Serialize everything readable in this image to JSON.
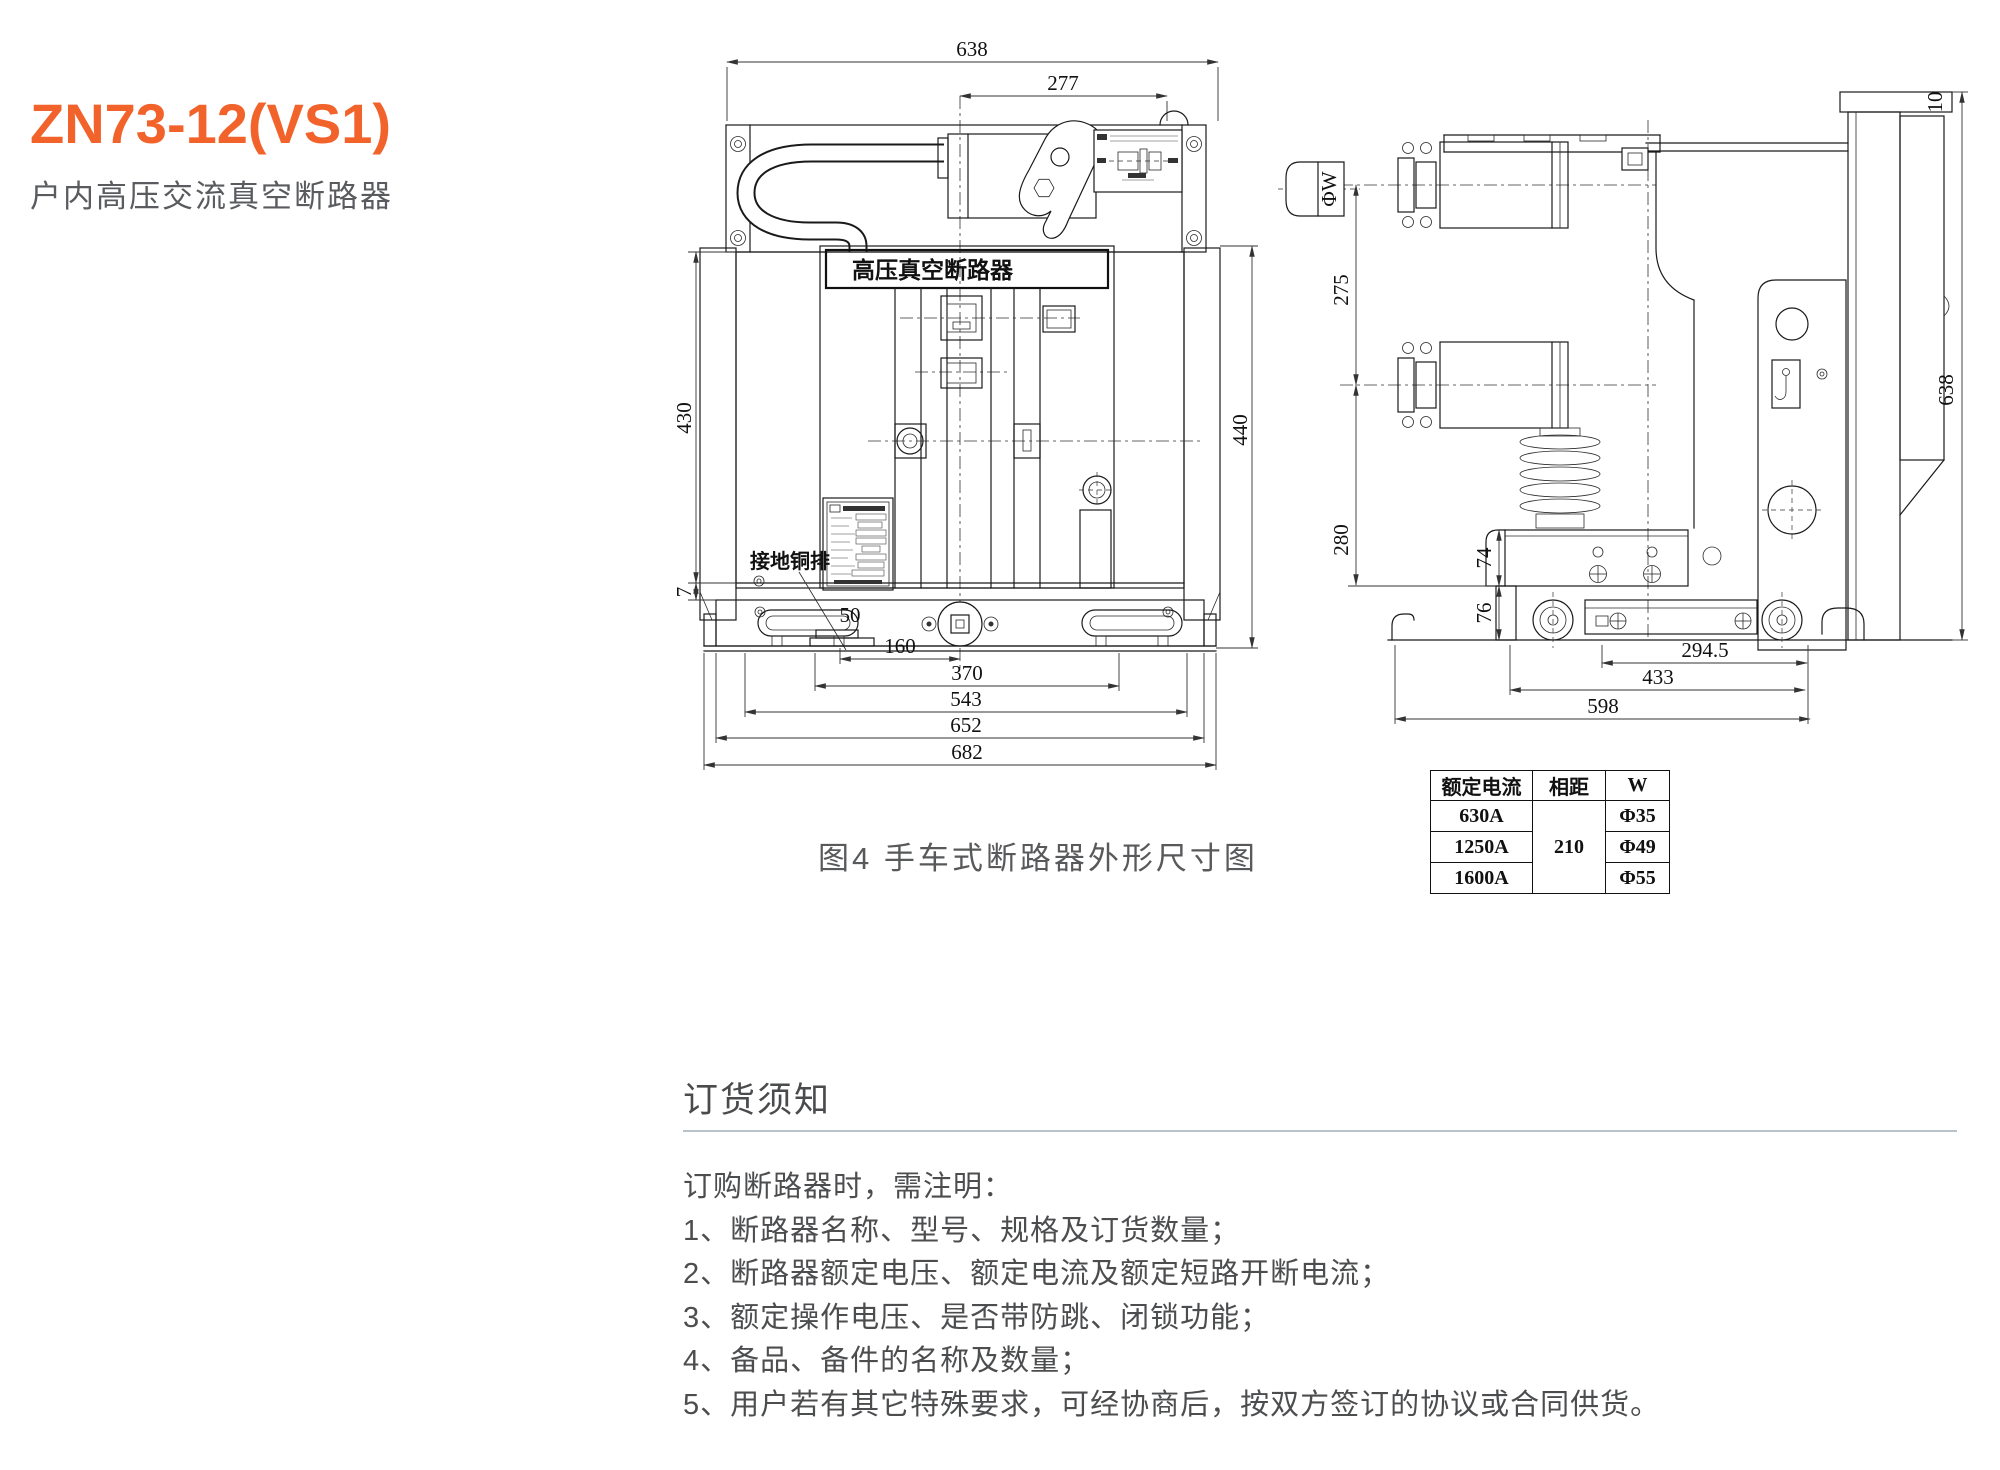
{
  "accent_color": "#F2632B",
  "header": {
    "product_code": "ZN73-12(VS1)",
    "product_name": "户内高压交流真空断路器"
  },
  "figure": {
    "caption": "图4  手车式断路器外形尺寸图",
    "front": {
      "panel_title": "高压真空断路器",
      "ground_label": "接地铜排",
      "dims": {
        "d638": "638",
        "d277": "277",
        "d430": "430",
        "d7": "7",
        "d440": "440",
        "d50": "50",
        "d160": "160",
        "d370": "370",
        "d543": "543",
        "d652": "652",
        "d682": "682"
      }
    },
    "side": {
      "dims": {
        "d10": "10",
        "dW": "ΦW",
        "d275": "275",
        "d280": "280",
        "d74": "74",
        "d76": "76",
        "d638": "638",
        "d294": "294.5",
        "d433": "433",
        "d598": "598"
      }
    }
  },
  "spec_table": {
    "headers": [
      "额定电流",
      "相距",
      "W"
    ],
    "phase_distance": "210",
    "rows": [
      {
        "current": "630A",
        "w": "Φ35"
      },
      {
        "current": "1250A",
        "w": "Φ49"
      },
      {
        "current": "1600A",
        "w": "Φ55"
      }
    ]
  },
  "ordering": {
    "heading": "订货须知",
    "intro": "订购断路器时，需注明：",
    "items": [
      "1、断路器名称、型号、规格及订货数量；",
      "2、断路器额定电压、额定电流及额定短路开断电流；",
      "3、额定操作电压、是否带防跳、闭锁功能；",
      "4、备品、备件的名称及数量；",
      "5、用户若有其它特殊要求，可经协商后，按双方签订的协议或合同供货。"
    ]
  }
}
